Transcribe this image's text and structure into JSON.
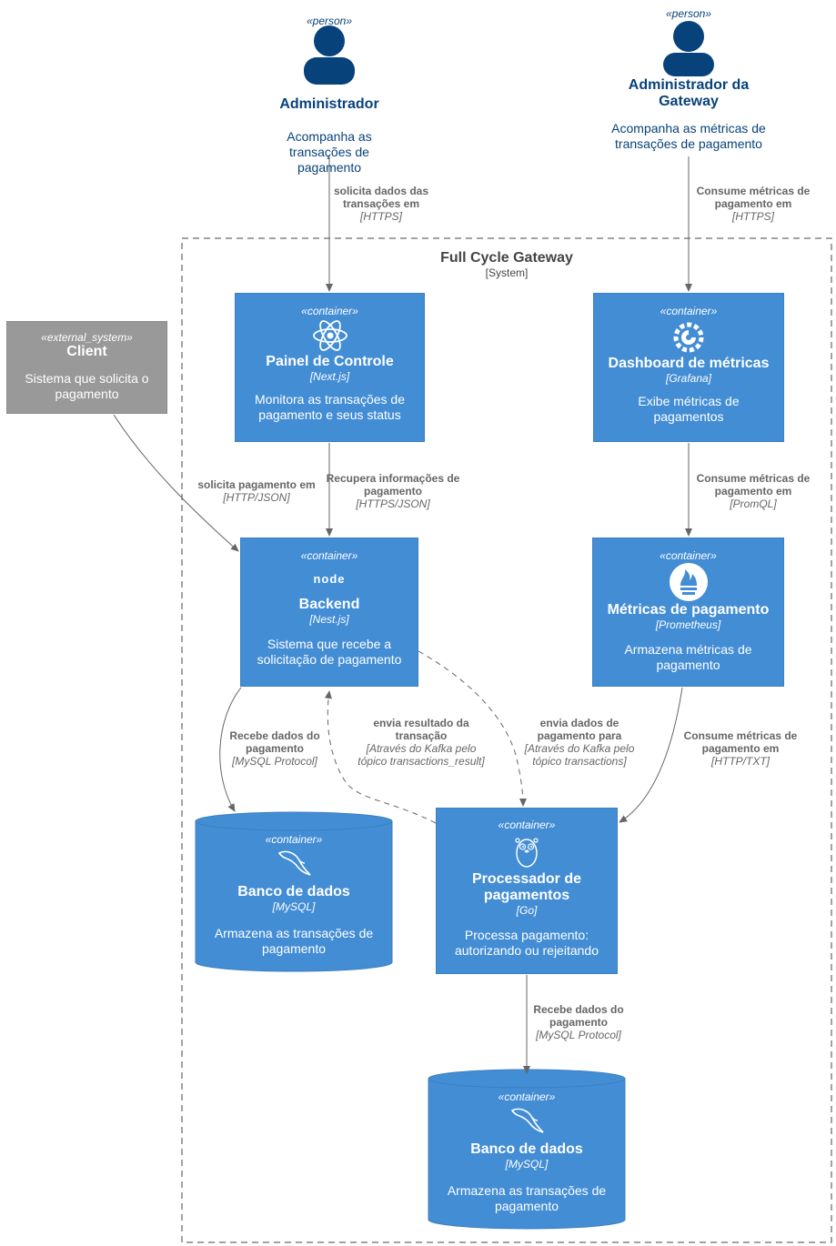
{
  "system": {
    "title": "Full Cycle Gateway",
    "subtitle": "[System]"
  },
  "persons": {
    "admin": {
      "stereotype": "«person»",
      "name": "Administrador",
      "description": "Acompanha as transações de pagamento"
    },
    "gateway_admin": {
      "stereotype": "«person»",
      "name": "Administrador da Gateway",
      "description": "Acompanha as métricas de transações de pagamento"
    }
  },
  "containers": {
    "client": {
      "stereotype": "«external_system»",
      "name": "Client",
      "description": "Sistema que solicita o pagamento"
    },
    "painel": {
      "stereotype": "«container»",
      "name": "Painel de Controle",
      "tech": "[Next.js]",
      "description": "Monitora as transações de pagamento e seus status",
      "icon": "react-icon"
    },
    "dashboard": {
      "stereotype": "«container»",
      "name": "Dashboard de métricas",
      "tech": "[Grafana]",
      "description": "Exibe métricas de pagamentos",
      "icon": "grafana-icon"
    },
    "backend": {
      "stereotype": "«container»",
      "name": "Backend",
      "tech": "[Nest.js]",
      "description": "Sistema que recebe a solicitação de pagamento",
      "icon": "nodejs-icon",
      "logo_text": "node"
    },
    "metricas": {
      "stereotype": "«container»",
      "name": "Métricas de pagamento",
      "tech": "[Prometheus]",
      "description": "Armazena métricas de pagamento",
      "icon": "prometheus-icon"
    },
    "db1": {
      "stereotype": "«container»",
      "name": "Banco de dados",
      "tech": "[MySQL]",
      "description": "Armazena as transações de pagamento",
      "icon": "mysql-icon"
    },
    "processador": {
      "stereotype": "«container»",
      "name": "Processador de pagamentos",
      "tech": "[Go]",
      "description": "Processa pagamento: autorizando ou rejeitando",
      "icon": "gopher-icon"
    },
    "db2": {
      "stereotype": "«container»",
      "name": "Banco de dados",
      "tech": "[MySQL]",
      "description": "Armazena as transações de pagamento",
      "icon": "mysql-icon"
    }
  },
  "relations": {
    "admin_painel": {
      "label": "solicita dados das transações em",
      "tech": "[HTTPS]"
    },
    "gw_dashboard": {
      "label": "Consume métricas de pagamento em",
      "tech": "[HTTPS]"
    },
    "client_backend": {
      "label": "solicita pagamento em",
      "tech": "[HTTP/JSON]"
    },
    "painel_backend": {
      "label": "Recupera informações de pagamento",
      "tech": "[HTTPS/JSON]"
    },
    "dashboard_metricas": {
      "label": "Consume métricas de pagamento em",
      "tech": "[PromQL]"
    },
    "backend_db1": {
      "label": "Recebe dados do pagamento",
      "tech": "[MySQL Protocol]"
    },
    "proc_backend": {
      "label": "envia resultado da transação",
      "tech": "[Através do Kafka pelo tópico transactions_result]"
    },
    "backend_proc": {
      "label": "envia dados de pagamento para",
      "tech": "[Através do Kafka pelo tópico transactions]"
    },
    "metricas_proc": {
      "label": "Consume métricas de pagamento em",
      "tech": "[HTTP/TXT]"
    },
    "proc_db2": {
      "label": "Recebe dados do pagamento",
      "tech": "[MySQL Protocol]"
    }
  },
  "colors": {
    "container": "#438dd5",
    "person": "#08427b",
    "external": "#999999",
    "arrow": "#666666"
  }
}
